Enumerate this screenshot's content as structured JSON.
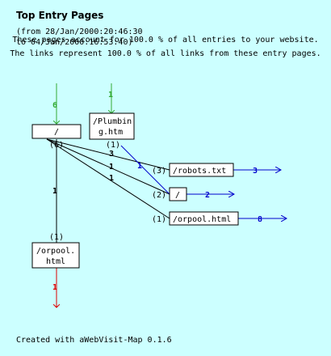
{
  "title": "Top Entry Pages",
  "range_from": "(from 28/Jan/2000:20:46:30",
  "range_to": "to 04/Jan/2000:16:53:40)",
  "summary_1": "These pages account for 100.0 % of all entries to your website.",
  "summary_2": "The links represent 100.0 % of all links from these entry pages.",
  "footer": "Created with aWebVisit-Map 0.1.6",
  "colors": {
    "entry": "#33aa33",
    "internal": "#000000",
    "external": "#0000cc",
    "exit": "#dd0000"
  },
  "nodes": {
    "root": {
      "line1": "/",
      "line2": "",
      "count": "(6)"
    },
    "plumbing": {
      "line1": "/Plumbin",
      "line2": "g.htm",
      "count": "(1)"
    },
    "robots": {
      "line1": "/robots.txt",
      "count": "(3)"
    },
    "slash2": {
      "line1": "/",
      "count": "(2)"
    },
    "orpool_r": {
      "line1": "/orpool.html",
      "count": "(1)"
    },
    "orpool_b": {
      "line1": "/orpool.",
      "line2": "html",
      "count": "(1)"
    }
  },
  "edges": {
    "entry_root": "6",
    "entry_plumbing": "1",
    "root_robots": "3",
    "root_slash2": "1",
    "root_orpool": "1",
    "root_orpool_b": "1",
    "plumbing_slash2": "1",
    "robots_out": "3",
    "slash2_out": "2",
    "orpool_out": "8",
    "orpool_b_exit": "1"
  }
}
